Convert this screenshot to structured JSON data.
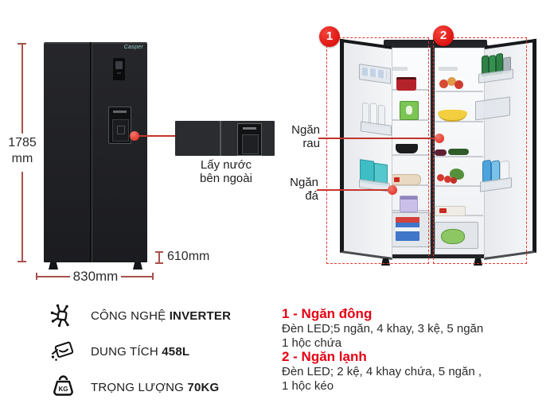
{
  "brand": {
    "name": "Casper"
  },
  "dims": {
    "height_value": "1785",
    "height_unit": "mm",
    "depth": "610mm",
    "width": "830mm"
  },
  "dispenser": {
    "caption_line1": "Lấy nước",
    "caption_line2": "bên ngoài",
    "dot_icon": "red-pointer-dot"
  },
  "markers": {
    "freezer": "1",
    "fridge": "2"
  },
  "callouts": {
    "veg": {
      "line1": "Ngăn",
      "line2": "rau"
    },
    "ice": {
      "line1": "Ngăn",
      "line2": "đá"
    }
  },
  "features": [
    {
      "icon": "inverter-circuit-icon",
      "label": "CÔNG NGHỆ",
      "value": "INVERTER"
    },
    {
      "icon": "capacity-carton-icon",
      "label": "DUNG TÍCH",
      "value": "458L"
    },
    {
      "icon": "kettlebell-weight-icon",
      "label": "TRỌNG LƯỢNG",
      "value": "70KG",
      "icon_text": "KG"
    }
  ],
  "legend": [
    {
      "title": "1 - Ngăn đông",
      "line1": "Đèn LED;5 ngăn, 4 khay, 3 kệ, 5 ngăn",
      "line2": "1 hộc chứa"
    },
    {
      "title": "2 - Ngăn lạnh",
      "line1": "Đèn LED; 2 kệ, 4 khay chứa, 5 ngăn ,",
      "line2": "1 hộc kéo"
    }
  ],
  "colors": {
    "accent_red": "#e60012",
    "pointer_red": "#c5352a",
    "dim_line_red": "#a8514b",
    "fridge_body_black": "#212226"
  }
}
